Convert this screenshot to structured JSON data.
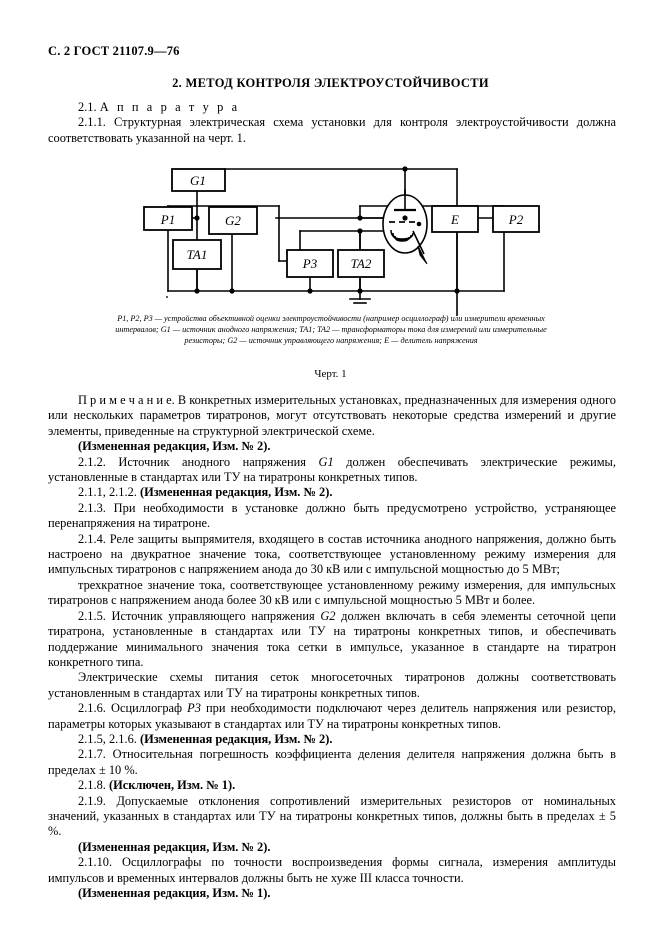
{
  "page": {
    "header": "С. 2 ГОСТ 21107.9—76",
    "section_title": "2.  МЕТОД КОНТРОЛЯ ЭЛЕКТРОУСТОЙЧИВОСТИ"
  },
  "top": {
    "p1_num": "2.1.",
    "p1_label": "А п п а р а т у р а",
    "p2": "2.1.1.  Структурная электрическая схема установки для контроля электроустойчивости должна соответствовать указанной на черт. 1."
  },
  "figure": {
    "number": "Черт. 1",
    "caption_line1": "P1, P2, P3 — устройства объективной оценки электроустойчивости (например осциллограф) или измерители временных",
    "caption_line2": "интервалов; G1 — источник анодного напряжения; TA1; TA2 — трансформаторы тока для измерений или измерительные",
    "caption_line3": "резисторы;  G2 — источник управляющего напряжения;  E — делитель напряжения",
    "blocks": [
      {
        "id": "G1",
        "label": "G1"
      },
      {
        "id": "P1",
        "label": "P1"
      },
      {
        "id": "G2",
        "label": "G2"
      },
      {
        "id": "E",
        "label": "E"
      },
      {
        "id": "P2",
        "label": "P2"
      },
      {
        "id": "TA1",
        "label": "TA1"
      },
      {
        "id": "P3",
        "label": "P3"
      },
      {
        "id": "TA2",
        "label": "TA2"
      }
    ],
    "tube_name": "thyratron-tube-symbol",
    "ground_name": "ground-symbol"
  },
  "body": {
    "note": "П р и м е ч а н и е. В конкретных измерительных установках, предназначенных для измерения одного или нескольких параметров тиратронов, могут отсутствовать некоторые средства измерений и другие элементы, приведенные на структурной электрической схеме.",
    "rev_note_2": "(Измененная редакция, Изм. № 2).",
    "p212": "2.1.2.  Источник анодного напряжения G1 должен обеспечивать электрические режимы, установленные в стандартах или ТУ на тиратроны конкретных типов.",
    "p212_num": "2.1.2.",
    "p212_text_a": "  Источник анодного напряжения ",
    "p212_italic": "G1",
    "p212_text_b": " должен обеспечивать электрические режимы, установленные в стандартах или ТУ на тиратроны конкретных типов.",
    "p211_212_rev": "2.1.1, 2.1.2.  (Измененная редакция, Изм. № 2).",
    "p211_212_rev_plain": "2.1.1, 2.1.2.  ",
    "p211_212_rev_bold": "(Измененная редакция, Изм. № 2).",
    "p213": "2.1.3.  При необходимости в установке должно быть предусмотрено устройство, устраняющее перенапряжения на тиратроне.",
    "p214": "2.1.4.   Реле защиты выпрямителя, входящего в состав источника анодного напряжения, должно быть настроено на двукратное значение тока, соответствующее установленному режиму измерения для импульсных тиратронов с напряжением анода до 30 кВ или с импульсной мощностью до 5 МВт;",
    "p214b": "трехкратное значение тока, соответствующее установленному режиму измерения, для импульсных тиратронов с  напряжением анода более  30  кВ или с  импульсной  мощностью 5 МВт и более.",
    "p215_num": "2.1.5.",
    "p215_a": "  Источник управляющего напряжения ",
    "p215_italic": "G2",
    "p215_b": " должен включать в себя элементы сеточной цепи тиратрона, установленные в стандартах или ТУ на тиратроны конкретных типов, и обеспечивать поддержание минимального значения тока сетки в импульсе, указанное в стандарте на тиратрон конкретного типа.",
    "p215c": "Электрические  схемы  питания  сеток  многосеточных  тиратронов  должны  соответствовать установленным в стандартах или ТУ на тиратроны конкретных типов.",
    "p216_num": "2.1.6.",
    "p216_a": " Осциллограф ",
    "p216_italic": "P3",
    "p216_b": " при  необходимости  подключают  через  делитель  напряжения  или резистор, параметры которых указывают в стандартах или ТУ на тиратроны конкретных типов.",
    "p215_216_rev_plain": "2.1.5, 2.1.6.  ",
    "p215_216_rev_bold": "(Измененная редакция, Изм. № 2).",
    "p217": "2.1.7.  Относительная погрешность коэффициента деления делителя напряжения должна быть в пределах ± 10 %.",
    "p218_plain": "2.1.8.  ",
    "p218_bold": "(Исключен, Изм. № 1).",
    "p219": "2.1.9.  Допускаемые  отклонения  сопротивлений  измерительных  резисторов  от  номинальных значений, указанных в стандартах или ТУ на тиратроны конкретных типов, должны быть в пределах ± 5 %.",
    "rev_note_2b": "(Измененная редакция, Изм. № 2).",
    "p2110": "2.1.10.  Осциллографы  по  точности  воспроизведения  формы  сигнала,  измерения  амплитуды импульсов и временных интервалов должны быть не хуже III класса точности.",
    "rev_note_1": "(Измененная редакция, Изм. № 1)."
  },
  "colors": {
    "ink": "#000000",
    "paper": "#ffffff"
  }
}
